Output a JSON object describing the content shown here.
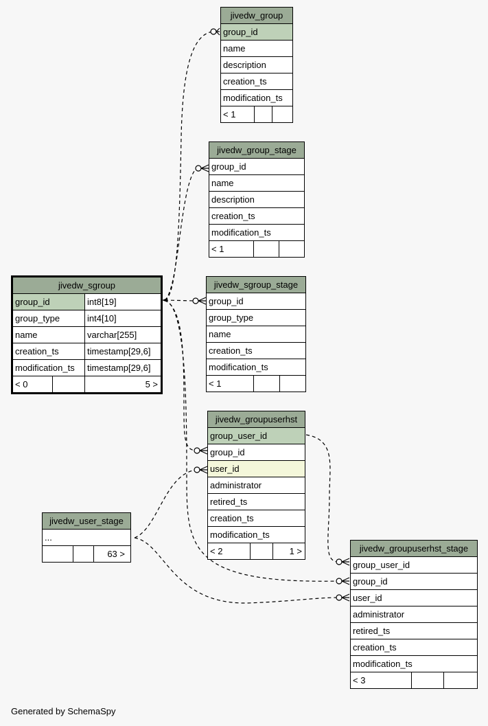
{
  "footer": "Generated by SchemaSpy",
  "colors": {
    "header": "#9bab96",
    "primary_key": "#bed1b8",
    "foreign_key": "#f4f7da",
    "background": "#f7f7f7"
  },
  "tables": {
    "jivedw_group": {
      "title": "jivedw_group",
      "columns": [
        "group_id",
        "name",
        "description",
        "creation_ts",
        "modification_ts"
      ],
      "footer": [
        "< 1",
        "",
        ""
      ]
    },
    "jivedw_group_stage": {
      "title": "jivedw_group_stage",
      "columns": [
        "group_id",
        "name",
        "description",
        "creation_ts",
        "modification_ts"
      ],
      "footer": [
        "< 1",
        "",
        ""
      ]
    },
    "jivedw_sgroup": {
      "title": "jivedw_sgroup",
      "columns": [
        {
          "name": "group_id",
          "type": "int8[19]"
        },
        {
          "name": "group_type",
          "type": "int4[10]"
        },
        {
          "name": "name",
          "type": "varchar[255]"
        },
        {
          "name": "creation_ts",
          "type": "timestamp[29,6]"
        },
        {
          "name": "modification_ts",
          "type": "timestamp[29,6]"
        }
      ],
      "footer": [
        "< 0",
        "",
        "5 >"
      ]
    },
    "jivedw_sgroup_stage": {
      "title": "jivedw_sgroup_stage",
      "columns": [
        "group_id",
        "group_type",
        "name",
        "creation_ts",
        "modification_ts"
      ],
      "footer": [
        "< 1",
        "",
        ""
      ]
    },
    "jivedw_groupuserhst": {
      "title": "jivedw_groupuserhst",
      "columns": [
        "group_user_id",
        "group_id",
        "user_id",
        "administrator",
        "retired_ts",
        "creation_ts",
        "modification_ts"
      ],
      "footer": [
        "< 2",
        "",
        "1 >"
      ]
    },
    "jivedw_user_stage": {
      "title": "jivedw_user_stage",
      "columns": [
        "..."
      ],
      "footer": [
        "",
        "",
        "63 >"
      ]
    },
    "jivedw_groupuserhst_stage": {
      "title": "jivedw_groupuserhst_stage",
      "columns": [
        "group_user_id",
        "group_id",
        "user_id",
        "administrator",
        "retired_ts",
        "creation_ts",
        "modification_ts"
      ],
      "footer": [
        "< 3",
        "",
        ""
      ]
    }
  }
}
